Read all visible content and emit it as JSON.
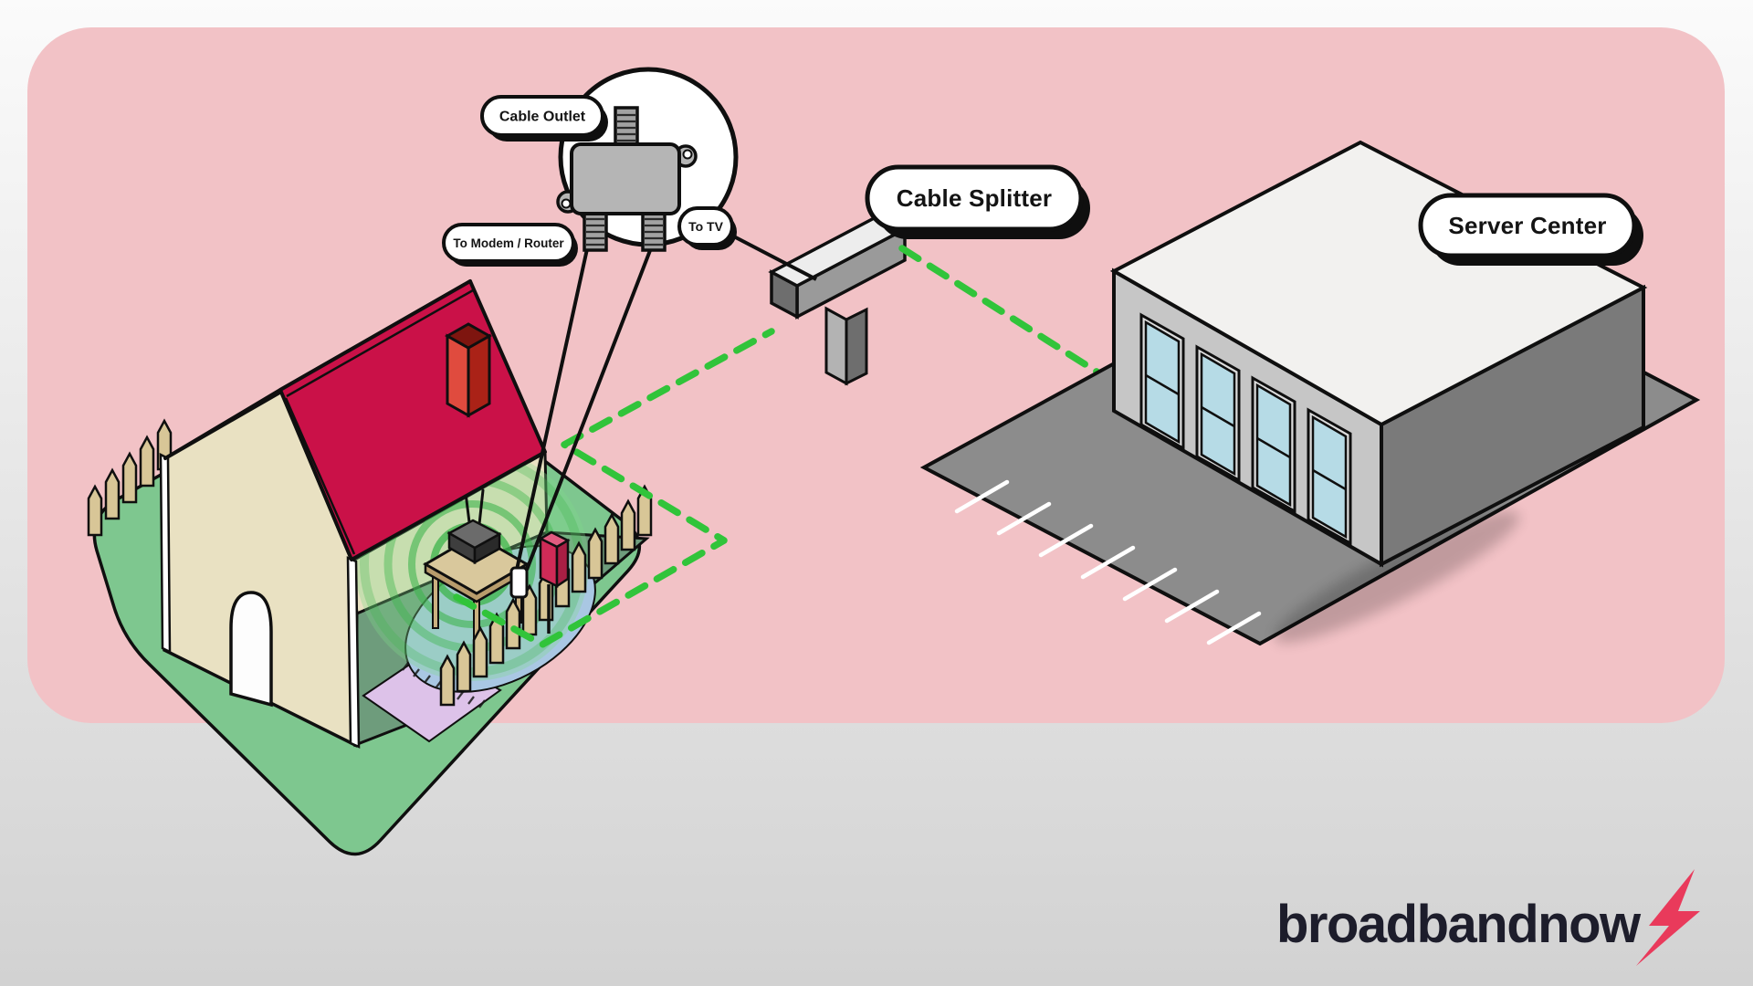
{
  "labels": {
    "cable_outlet": "Cable Outlet",
    "to_modem_router": "To Modem / Router",
    "to_tv": "To TV",
    "cable_splitter": "Cable Splitter",
    "server_center": "Server Center"
  },
  "logo": {
    "text_main": "broadband",
    "text_accent": "now"
  },
  "icons": {
    "splitter_device": "coax-splitter-icon",
    "lightning_bolt": "lightning-bolt-icon",
    "wifi_rings": "wifi-signal-icon"
  },
  "colors": {
    "canvas_pink": "#f2c2c6",
    "roof_crimson": "#ca1148",
    "roof_crimson_dark": "#bf0f43",
    "wall_cream": "#e9e1c2",
    "yard_green": "#7ec78f",
    "floor_sage": "#6e9c7c",
    "fence_tan": "#d8c697",
    "cable_green": "#31c43a",
    "wifi_green": "#3cb44b",
    "rug_blue": "#a9c7e3",
    "rug_lavender": "#ddc2e9",
    "building_roof": "#f2f1ef",
    "building_wall_light": "#c6c6c6",
    "building_wall_dark": "#7a7a7a",
    "window_glass": "#b6dbe6",
    "asphalt_gray": "#8c8c8c",
    "chimney_red": "#e04b3e",
    "utility_box_red": "#cf2b57",
    "splitter_gray": "#b5b5b5",
    "logo_navy": "#1d1d2b",
    "logo_bolt": "#e93a5b",
    "outline_black": "#0f0f0f"
  }
}
